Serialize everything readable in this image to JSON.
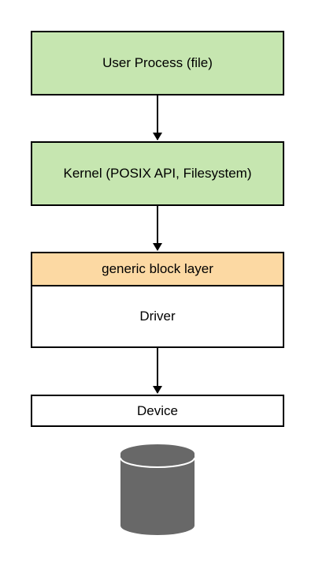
{
  "diagram": {
    "user_process": "User Process (file)",
    "kernel": "Kernel (POSIX API, Filesystem)",
    "block_layer": "generic block layer",
    "driver": "Driver",
    "device": "Device",
    "disk_icon": "database-cylinder"
  },
  "colors": {
    "green_fill": "#c6e6b0",
    "orange_fill": "#fcd9a3",
    "disk_fill": "#686868"
  }
}
